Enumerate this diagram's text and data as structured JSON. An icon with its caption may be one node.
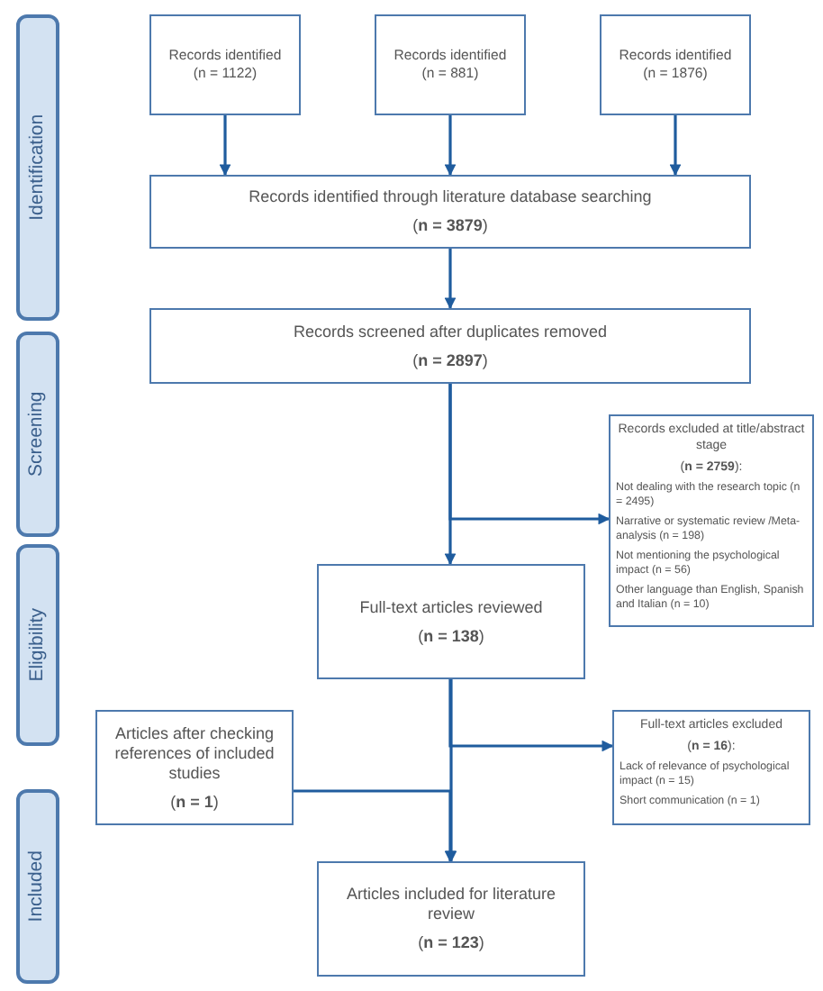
{
  "diagram": {
    "nodes": [
      {
        "text": [
          "Identification"
        ]
      },
      {
        "text": [
          "Screening"
        ]
      },
      {
        "text": [
          "Eligibility"
        ]
      },
      {
        "text": [
          "Included"
        ]
      },
      {
        "text": [
          "Records identified",
          "(n = 1122)"
        ]
      },
      {
        "text": [
          "Records identified",
          "(n = 881)"
        ]
      },
      {
        "text": [
          "Records identified",
          "(n = 1876)"
        ]
      },
      {
        "text": [
          "Records identified through literature database searching",
          "(**n = 3879**)"
        ]
      },
      {
        "text": [
          "Records screened after duplicates removed",
          "(**n = 2897**)"
        ]
      },
      {
        "text": [
          "Records excluded at title/abstract stage",
          "(**n = 2759**):",
          "Not dealing with the research topic (n = 2495)",
          "Narrative or systematic review /Meta-analysis (n = 198)",
          "Not mentioning the psychological impact (n = 56)",
          "Other language than English, Spanish and Italian (n = 10)"
        ]
      },
      {
        "text": [
          "Full-text articles reviewed",
          "(**n = 138**)"
        ]
      },
      {
        "text": [
          "Articles after checking references of included studies",
          "(**n = 1**)"
        ]
      },
      {
        "text": [
          "Full-text articles excluded",
          "(**n = 16**):",
          "Lack of relevance of psychological impact (n = 15)",
          "Short communication (n = 1)"
        ]
      },
      {
        "text": [
          "Articles included for literature review",
          "(**n = 123**)"
        ]
      }
    ],
    "edges": [
      {
        "from": 4,
        "to": 7,
        "arrow": "to"
      },
      {
        "from": 5,
        "to": 7,
        "arrow": "to"
      },
      {
        "from": 6,
        "to": 7,
        "arrow": "to"
      },
      {
        "from": 7,
        "to": 8,
        "arrow": "to"
      },
      {
        "from": 8,
        "to": 10,
        "arrow": "to"
      },
      {
        "from": 8,
        "to": 9,
        "arrow": "to"
      },
      {
        "from": 10,
        "to": 13,
        "arrow": "to"
      },
      {
        "from": 10,
        "to": 12,
        "arrow": "to"
      },
      {
        "from": 11,
        "to": 13,
        "arrow": "to"
      }
    ]
  }
}
